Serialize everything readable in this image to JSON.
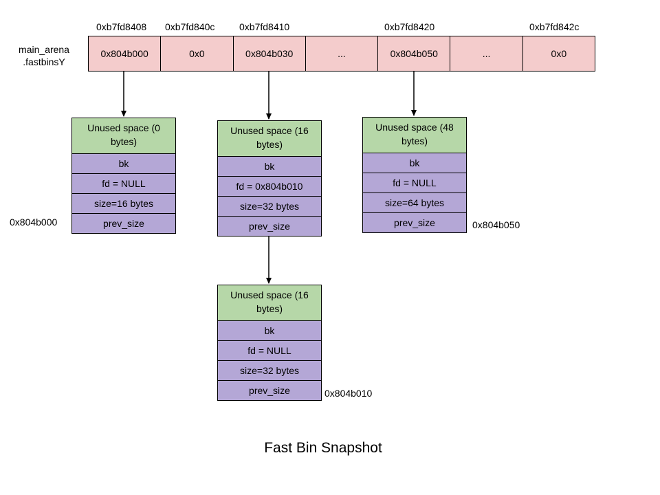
{
  "array": {
    "label_line1": "main_arena",
    "label_line2": ".fastbinsY",
    "addresses": [
      "0xb7fd8408",
      "0xb7fd840c",
      "0xb7fd8410",
      "0xb7fd8420",
      "0xb7fd842c"
    ],
    "cells": [
      "0x804b000",
      "0x0",
      "0x804b030",
      "...",
      "0x804b050",
      "...",
      "0x0"
    ]
  },
  "chunks": [
    {
      "head": "Unused space (0 bytes)",
      "rows": [
        "bk",
        "fd = NULL",
        "size=16 bytes",
        "prev_size"
      ],
      "address": "0x804b000"
    },
    {
      "head": "Unused space (16 bytes)",
      "rows": [
        "bk",
        "fd = 0x804b010",
        "size=32 bytes",
        "prev_size"
      ],
      "address": ""
    },
    {
      "head": "Unused space (48 bytes)",
      "rows": [
        "bk",
        "fd = NULL",
        "size=64 bytes",
        "prev_size"
      ],
      "address": "0x804b050"
    },
    {
      "head": "Unused space (16 bytes)",
      "rows": [
        "bk",
        "fd = NULL",
        "size=32 bytes",
        "prev_size"
      ],
      "address": "0x804b010"
    }
  ],
  "title": "Fast Bin Snapshot",
  "colors": {
    "array_cell": "#f4cccc",
    "chunk_head": "#b6d7a8",
    "chunk_row": "#b4a7d6"
  }
}
